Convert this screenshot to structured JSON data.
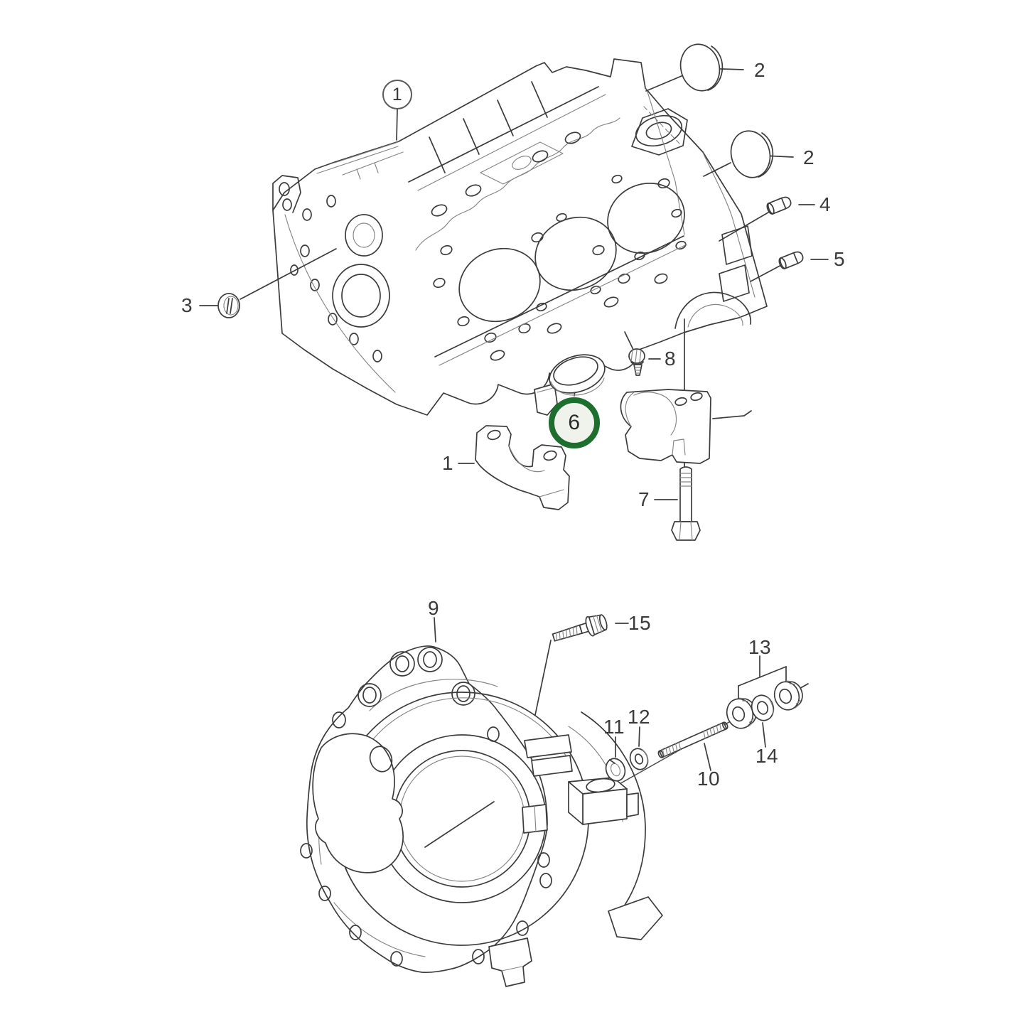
{
  "diagram": {
    "kind": "exploded-parts-diagram",
    "subject": "engine crankcase (top) and clutch housing (bottom) with fasteners",
    "background_color": "#ffffff",
    "line_color": "#3c3c3c",
    "label_color": "#3a3a3a",
    "highlight": {
      "label": "6",
      "ring_color": "#1e6e2d",
      "fill_color": "#eff3ec"
    },
    "callouts": {
      "block": [
        {
          "label": "1",
          "style": "circled"
        },
        {
          "label": "2"
        },
        {
          "label": "2"
        },
        {
          "label": "3"
        },
        {
          "label": "4"
        },
        {
          "label": "5"
        },
        {
          "label": "6",
          "style": "highlighted"
        },
        {
          "label": "1"
        },
        {
          "label": "7"
        },
        {
          "label": "8"
        }
      ],
      "housing": [
        {
          "label": "9"
        },
        {
          "label": "15"
        },
        {
          "label": "13"
        },
        {
          "label": "12"
        },
        {
          "label": "11"
        },
        {
          "label": "10"
        },
        {
          "label": "14"
        }
      ]
    }
  }
}
